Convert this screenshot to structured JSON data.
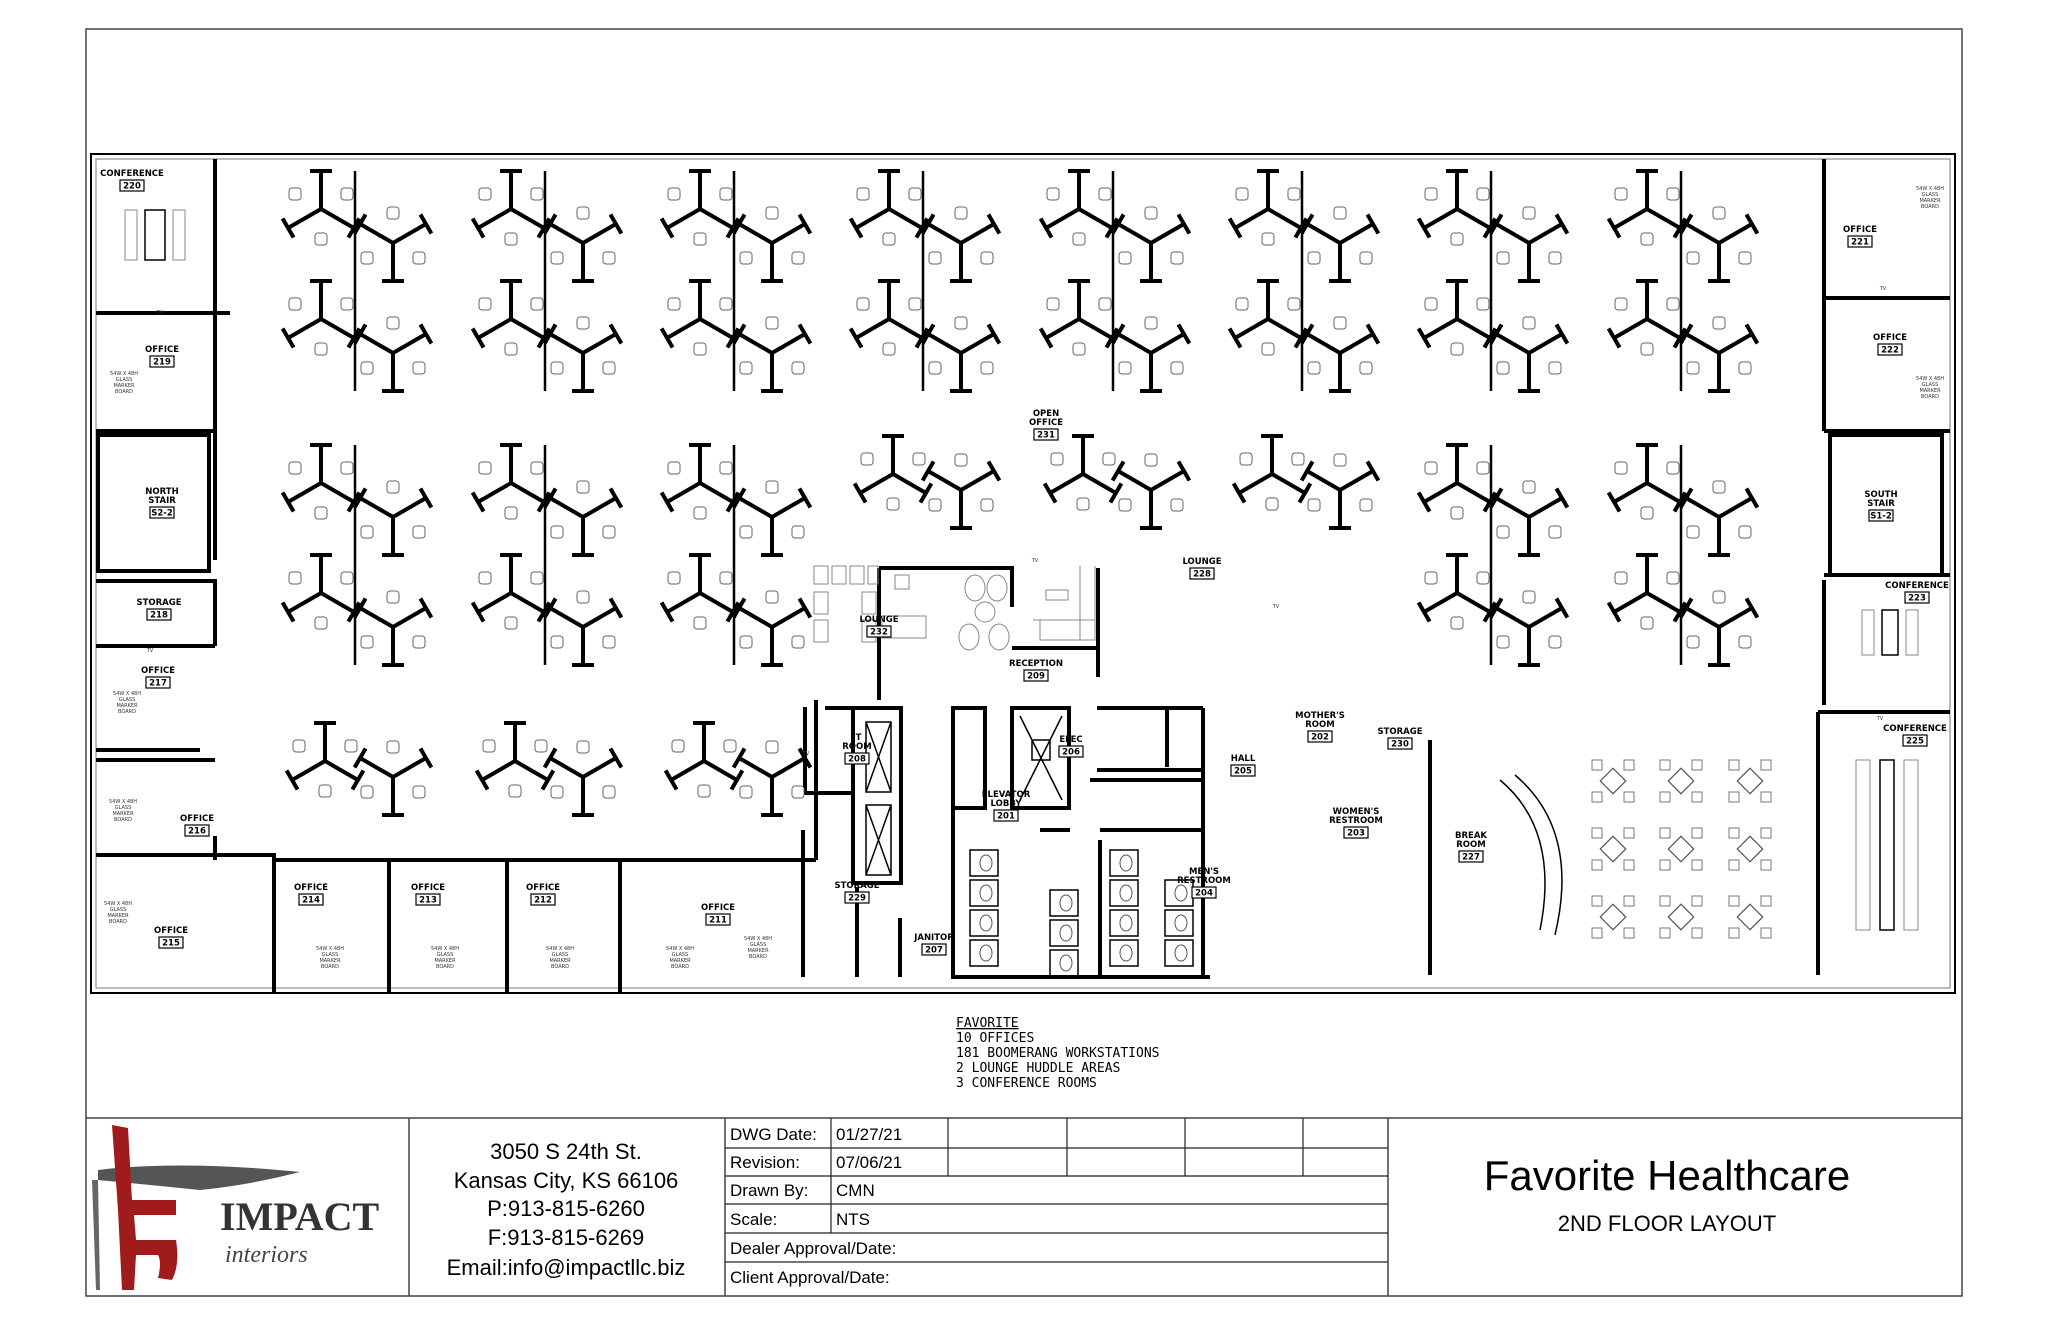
{
  "plan": {
    "tv_label": "TV",
    "marker_board_label": [
      "54W X 48H",
      "GLASS",
      "MARKER",
      "BOARD"
    ],
    "rooms": [
      {
        "lines": [
          "CONFERENCE"
        ],
        "number": "220"
      },
      {
        "lines": [
          "OFFICE"
        ],
        "number": "219"
      },
      {
        "lines": [
          "NORTH",
          "STAIR"
        ],
        "number": "S2-2"
      },
      {
        "lines": [
          "STORAGE"
        ],
        "number": "218"
      },
      {
        "lines": [
          "OFFICE"
        ],
        "number": "217"
      },
      {
        "lines": [
          "OFFICE"
        ],
        "number": "216"
      },
      {
        "lines": [
          "OFFICE"
        ],
        "number": "215"
      },
      {
        "lines": [
          "OFFICE"
        ],
        "number": "214"
      },
      {
        "lines": [
          "OFFICE"
        ],
        "number": "213"
      },
      {
        "lines": [
          "OFFICE"
        ],
        "number": "212"
      },
      {
        "lines": [
          "OFFICE"
        ],
        "number": "211"
      },
      {
        "lines": [
          "OPEN",
          "OFFICE"
        ],
        "number": "231"
      },
      {
        "lines": [
          "LOUNGE"
        ],
        "number": "232"
      },
      {
        "lines": [
          "RECEPTION"
        ],
        "number": "209"
      },
      {
        "lines": [
          "LOUNGE"
        ],
        "number": "228"
      },
      {
        "lines": [
          "IT",
          "ROOM"
        ],
        "number": "208"
      },
      {
        "lines": [
          "STORAGE"
        ],
        "number": "229"
      },
      {
        "lines": [
          "JANITOR"
        ],
        "number": "207"
      },
      {
        "lines": [
          "ELEVATOR",
          "LOBBY"
        ],
        "number": "201"
      },
      {
        "lines": [
          "ELEC"
        ],
        "number": "206"
      },
      {
        "lines": [
          "HALL"
        ],
        "number": "205"
      },
      {
        "lines": [
          "MOTHER'S",
          "ROOM"
        ],
        "number": "202"
      },
      {
        "lines": [
          "STORAGE"
        ],
        "number": "230"
      },
      {
        "lines": [
          "WOMEN'S",
          "RESTROOM"
        ],
        "number": "203"
      },
      {
        "lines": [
          "MEN'S",
          "RESTROOM"
        ],
        "number": "204"
      },
      {
        "lines": [
          "BREAK",
          "ROOM"
        ],
        "number": "227"
      },
      {
        "lines": [
          "OFFICE"
        ],
        "number": "221"
      },
      {
        "lines": [
          "OFFICE"
        ],
        "number": "222"
      },
      {
        "lines": [
          "SOUTH",
          "STAIR"
        ],
        "number": "S1-2"
      },
      {
        "lines": [
          "CONFERENCE"
        ],
        "number": "223"
      },
      {
        "lines": [
          "CONFERENCE"
        ],
        "number": "225"
      }
    ]
  },
  "notes": {
    "heading": "FAVORITE",
    "items": [
      "10 OFFICES",
      "181 BOOMERANG WORKSTATIONS",
      "2 LOUNGE HUDDLE AREAS",
      "3 CONFERENCE ROOMS"
    ]
  },
  "title_block": {
    "logo": {
      "name": "IMPACT",
      "sub": "interiors",
      "colors": {
        "chair": "#a01c1c",
        "swoosh": "#555555"
      }
    },
    "address": [
      "3050 S 24th St.",
      "Kansas City, KS 66106",
      "P:913-815-6260",
      "F:913-815-6269",
      "Email:info@impactllc.biz"
    ],
    "fields": [
      {
        "label": "DWG Date:",
        "value": "01/27/21"
      },
      {
        "label": "Revision:",
        "value": "07/06/21"
      },
      {
        "label": "Drawn By:",
        "value": "CMN"
      },
      {
        "label": "Scale:",
        "value": "NTS"
      },
      {
        "label": "Dealer Approval/Date:",
        "value": ""
      },
      {
        "label": "Client Approval/Date:",
        "value": ""
      }
    ],
    "project": "Favorite Healthcare",
    "sheet": "2ND FLOOR LAYOUT"
  }
}
